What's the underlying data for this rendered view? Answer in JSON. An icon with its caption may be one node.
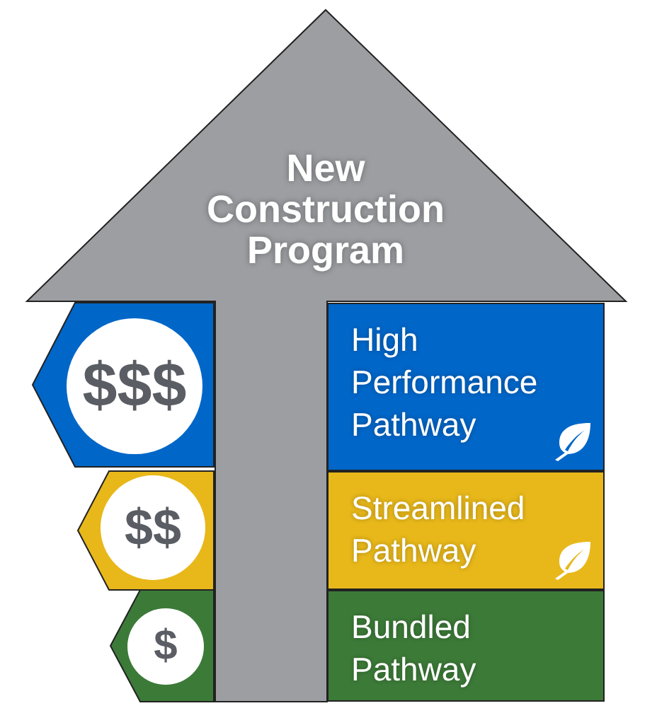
{
  "diagram": {
    "nodes": [
      {
        "text": [
          "New Construction Program"
        ]
      },
      {
        "text": [
          "$$$"
        ]
      },
      {
        "text": [
          "High Performance Pathway"
        ]
      },
      {
        "text": [
          "$$"
        ]
      },
      {
        "text": [
          "Streamlined Pathway"
        ]
      },
      {
        "text": [
          "$"
        ]
      },
      {
        "text": [
          "Bundled Pathway"
        ]
      }
    ]
  }
}
